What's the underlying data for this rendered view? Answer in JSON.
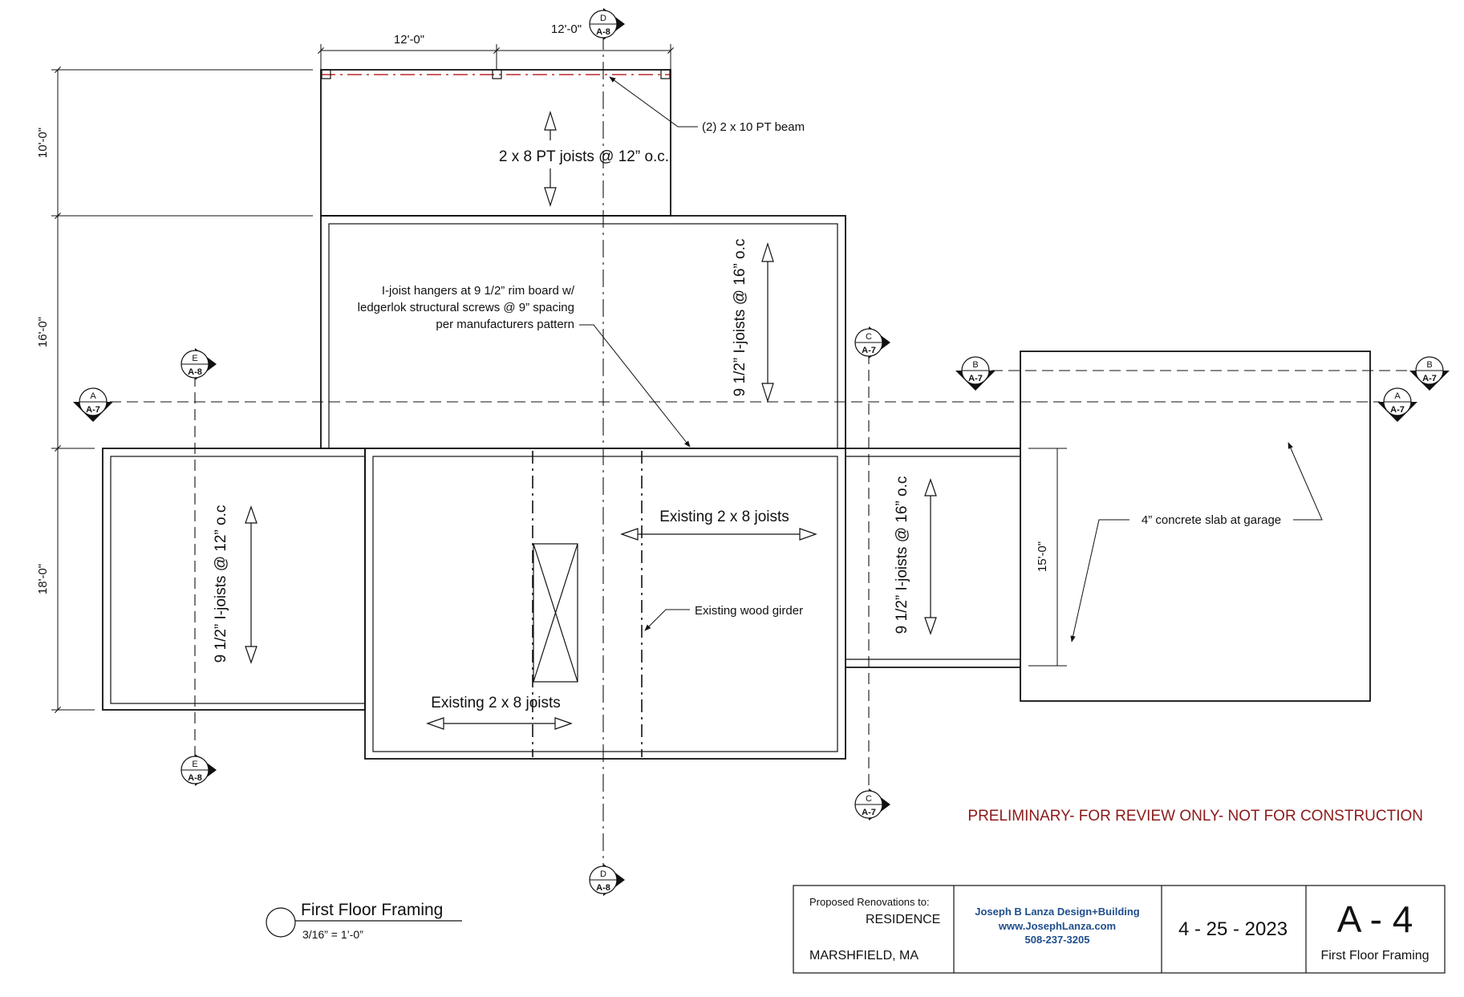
{
  "dimensions": {
    "top_left": "12'-0\"",
    "top_right": "12'-0\"",
    "left_top": "10'-0\"",
    "left_mid": "16'-0\"",
    "left_bottom": "18'-0\"",
    "garage": "15'-0\""
  },
  "labels": {
    "deck_joists": "2 x 8 PT joists @ 12” o.c.",
    "addition_joists": "9 1/2” I-joists @ 16” o.c",
    "left_joists": "9 1/2” I-joists @ 12” o.c",
    "connector_joists": "9 1/2” I-joists @ 16” o.c",
    "existing_joists_upper": "Existing 2 x 8 joists",
    "existing_joists_lower": "Existing 2 x 8 joists"
  },
  "notes": {
    "beam": "(2) 2 x 10 PT beam",
    "hangers_line1": "I-joist hangers at 9 1/2” rim board w/",
    "hangers_line2": "ledgerlok structural screws @ 9” spacing",
    "hangers_line3": "per manufacturers pattern",
    "girder": "Existing wood girder",
    "slab": "4” concrete slab at garage"
  },
  "section_tags": [
    {
      "letter": "D",
      "sheet": "A-8"
    },
    {
      "letter": "E",
      "sheet": "A-8"
    },
    {
      "letter": "A",
      "sheet": "A-7"
    },
    {
      "letter": "C",
      "sheet": "A-7"
    },
    {
      "letter": "B",
      "sheet": "A-7"
    },
    {
      "letter": "B",
      "sheet": "A-7"
    },
    {
      "letter": "A",
      "sheet": "A-7"
    },
    {
      "letter": "E",
      "sheet": "A-8"
    },
    {
      "letter": "C",
      "sheet": "A-7"
    },
    {
      "letter": "D",
      "sheet": "A-8"
    }
  ],
  "drawing_title": {
    "name": "First Floor Framing",
    "scale": "3/16” = 1’-0”"
  },
  "preliminary_notice": "PRELIMINARY- FOR REVIEW ONLY- NOT FOR CONSTRUCTION",
  "title_block": {
    "project_label": "Proposed Renovations to:",
    "project_name": "RESIDENCE",
    "location": "MARSHFIELD, MA",
    "firm_name": "Joseph B Lanza Design+Building",
    "firm_web": "www.JosephLanza.com",
    "firm_phone": "508-237-3205",
    "date": "4 - 25 - 2023",
    "sheet_number": "A - 4",
    "sheet_title": "First Floor Framing"
  },
  "colors": {
    "linework": "#111111",
    "beam_line": "#c0282c",
    "notice": "#8b1a1a",
    "firm_text": "#1f4e8c"
  }
}
